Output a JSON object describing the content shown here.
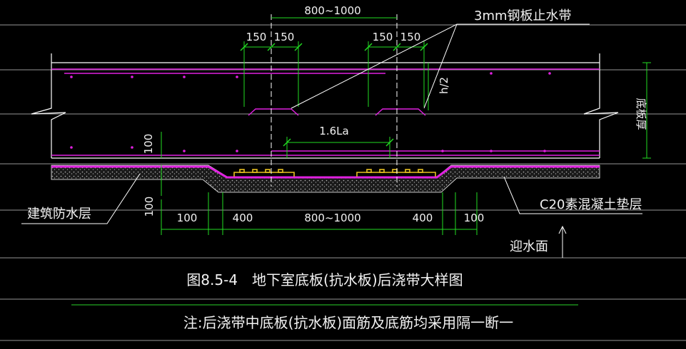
{
  "dimensions": {
    "top_overall": "800~1000",
    "top_left_a": "150",
    "top_left_b": "150",
    "top_right_a": "150",
    "top_right_b": "150",
    "overlap": "1.6La",
    "slab_gap": "100",
    "half_thickness": "h/2",
    "slab_thickness": "底板厚",
    "bottom_left_100": "100",
    "bottom_left_400": "400",
    "bottom_middle": "800~1000",
    "bottom_right_400": "400",
    "bottom_right_100": "100",
    "bottom_vertical_100": "100"
  },
  "labels": {
    "steel_plate": "3mm钢板止水带",
    "waterproof": "建筑防水层",
    "cushion": "C20素混凝土垫层",
    "water_face": "迎水面"
  },
  "caption": "图8.5-4　地下室底板(抗水板)后浇带大样图",
  "note": "注:后浇带中底板(抗水板)面筋及底筋均采用隔一断一",
  "colors": {
    "background": "#000000",
    "structure": "#ffffff",
    "grid": "#bfbfbf",
    "rebar": "#e020e0",
    "dimension": "#22dd22",
    "key": "#e8c020",
    "caption_rule": "#22aa22"
  }
}
